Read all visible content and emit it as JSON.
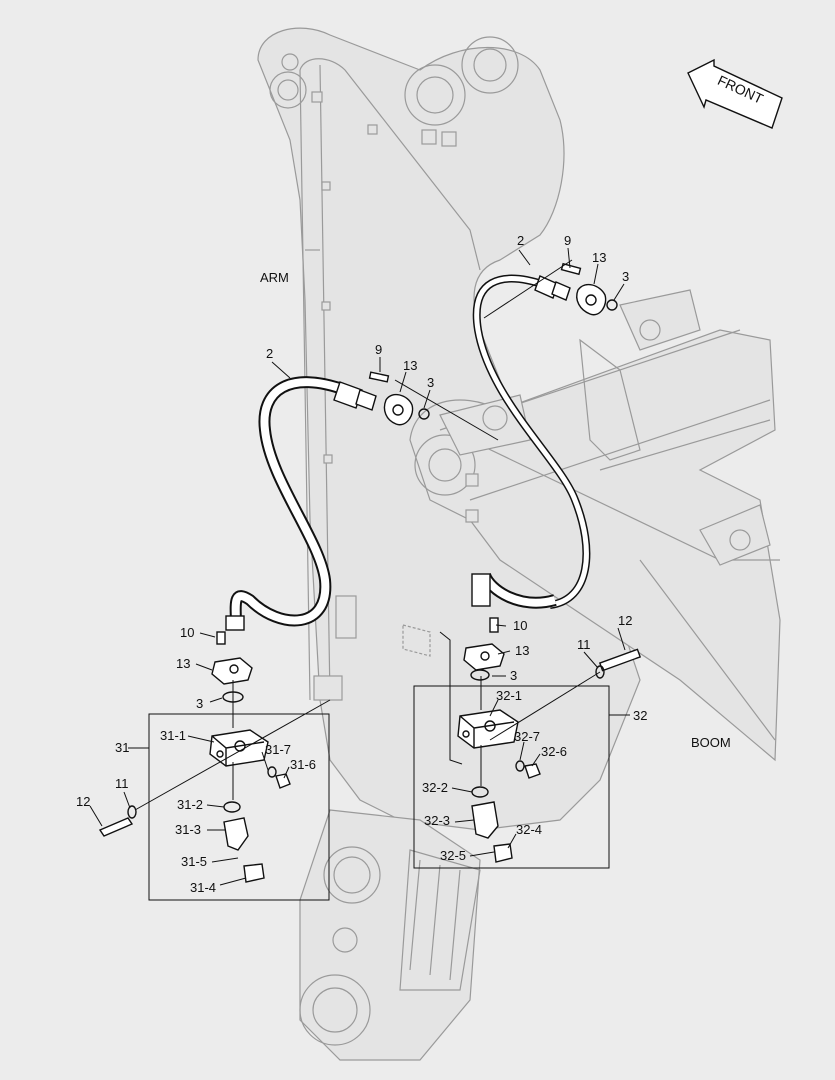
{
  "direction": "FRONT",
  "regions": {
    "arm": "ARM",
    "boom": "BOOM"
  },
  "labels": {
    "hose_upper": "2",
    "bolt_upper": "9",
    "flange_upper": "13",
    "oring_upper": "3",
    "hose_left": "2",
    "bolt_left": "9",
    "flange_left": "13",
    "oring_left": "3",
    "bolt_10_left": "10",
    "flange_13_left": "13",
    "oring_3_left": "3",
    "bolt_10_right": "10",
    "flange_13_right": "13",
    "oring_3_right": "3",
    "bolt_12_right": "12",
    "washer_11_right": "11",
    "group_31": "31",
    "group_32": "32",
    "p31_1": "31-1",
    "p31_7": "31-7",
    "p31_6": "31-6",
    "p31_2": "31-2",
    "p31_3": "31-3",
    "p31_5": "31-5",
    "p31_4": "31-4",
    "washer_11_left": "11",
    "bolt_12_left": "12",
    "p32_1": "32-1",
    "p32_7": "32-7",
    "p32_6": "32-6",
    "p32_2": "32-2",
    "p32_3": "32-3",
    "p32_4": "32-4",
    "p32_5": "32-5"
  }
}
